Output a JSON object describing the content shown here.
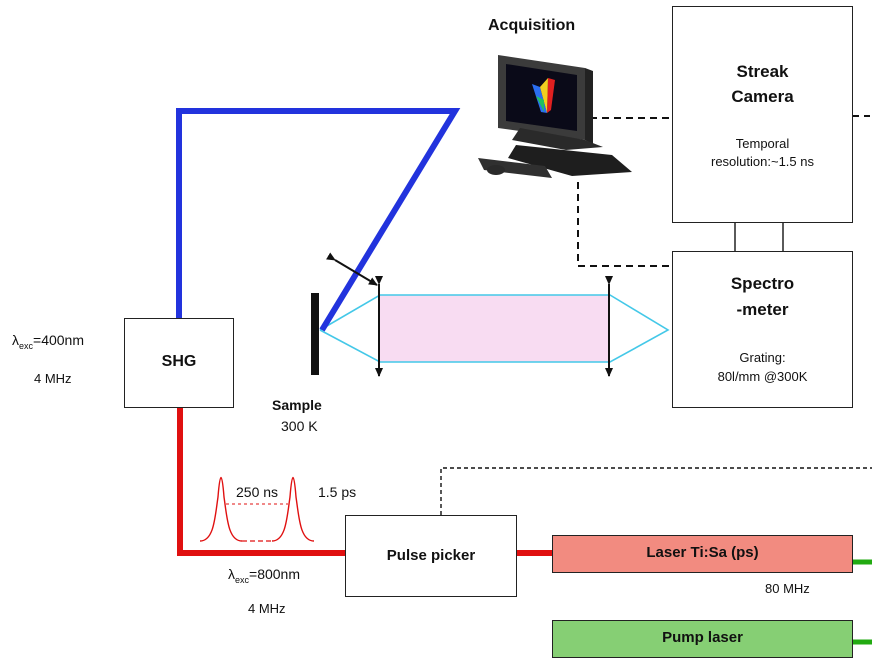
{
  "acquisition": {
    "label": "Acquisition"
  },
  "streak_camera": {
    "title_line1": "Streak",
    "title_line2": "Camera",
    "detail_line1": "Temporal",
    "detail_line2": "resolution:~1.5 ns"
  },
  "spectrometer": {
    "title_line1": "Spectro",
    "title_line2": "-meter",
    "detail_line1": "Grating:",
    "detail_line2": "80l/mm @300K"
  },
  "shg": {
    "label": "SHG",
    "lambda_symbol": "λ",
    "lambda_sub": "exc",
    "lambda_value": "=400nm",
    "frequency": "4 MHz"
  },
  "sample": {
    "label": "Sample",
    "temperature": "300 K"
  },
  "pulse_picker": {
    "label": "Pulse picker"
  },
  "pulses": {
    "spacing": "250 ns",
    "width": "1.5 ps"
  },
  "output_beam": {
    "lambda_symbol": "λ",
    "lambda_sub": "exc",
    "lambda_value": "=800nm",
    "frequency": "4 MHz"
  },
  "laser_tisa": {
    "label": "Laser Ti:Sa (ps)",
    "frequency": "80 MHz"
  },
  "pump_laser": {
    "label": "Pump laser"
  },
  "colors": {
    "blue_beam": "#2233dd",
    "red_beam": "#e01010",
    "green_beam": "#22aa11",
    "collection_beam": "#44c8e8",
    "collection_fill": "#f8dcf2",
    "laser_fill": "#f28b80",
    "pump_fill": "#86cf74"
  }
}
